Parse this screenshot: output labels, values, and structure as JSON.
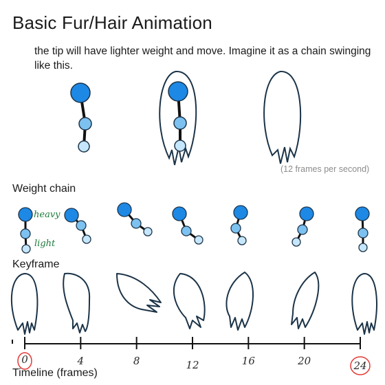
{
  "title": "Basic Fur/Hair Animation",
  "intro": "the tip will have lighter weight and move. Imagine it as a chain swinging like this.",
  "fps_note": "(12 frames per second)",
  "sections": {
    "weight_chain": "Weight chain",
    "keyframe": "Keyframe",
    "timeline": "Timeline (frames)"
  },
  "chain_labels": {
    "heavy": "heavy",
    "light": "light"
  },
  "timeline_ticks": [
    "0",
    "4",
    "8",
    "12",
    "16",
    "20",
    "24"
  ],
  "colors": {
    "ink": "#1b3347",
    "heavy_node": "#1e88e5",
    "mid_node": "#7cc1f0",
    "light_node": "#c5e6fb",
    "handwriting_green": "#1d7b3b",
    "circle_red": "#e53935"
  }
}
